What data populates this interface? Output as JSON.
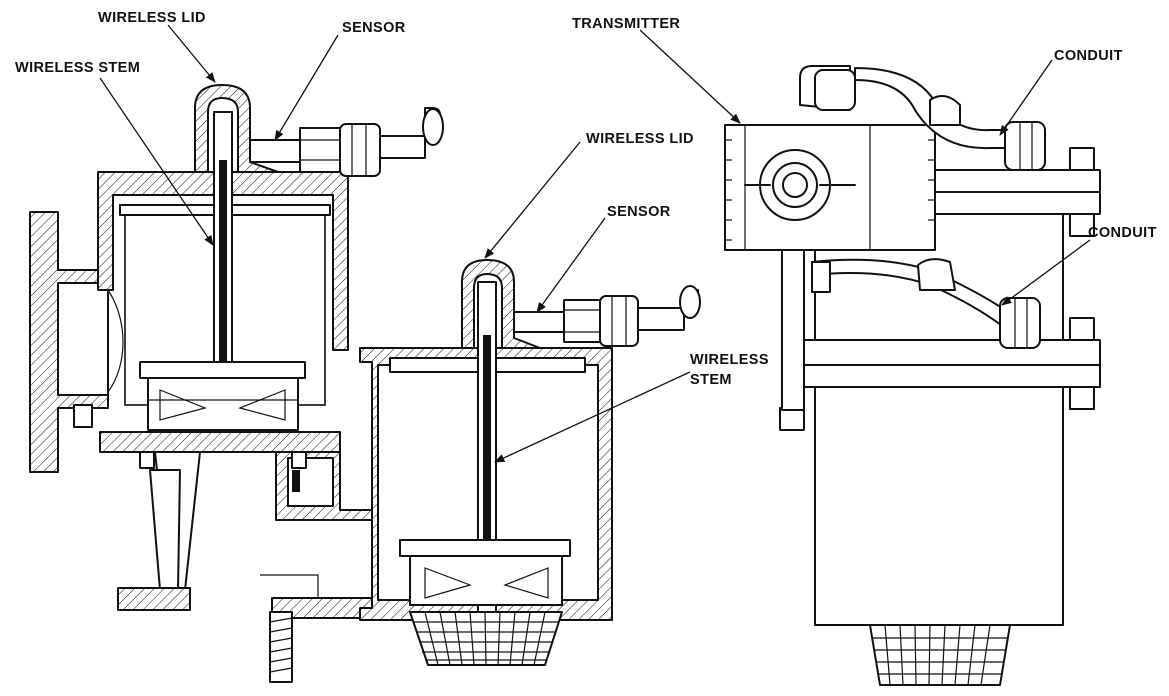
{
  "labels": {
    "left_wireless_lid": "WIRELESS LID",
    "left_sensor": "SENSOR",
    "left_wireless_stem": "WIRELESS STEM",
    "mid_wireless_lid": "WIRELESS LID",
    "mid_sensor": "SENSOR",
    "mid_wireless_stem_line1": "WIRELESS",
    "mid_wireless_stem_line2": "STEM",
    "transmitter": "TRANSMITTER",
    "conduit_top": "CONDUIT",
    "conduit_bottom": "CONDUIT"
  }
}
